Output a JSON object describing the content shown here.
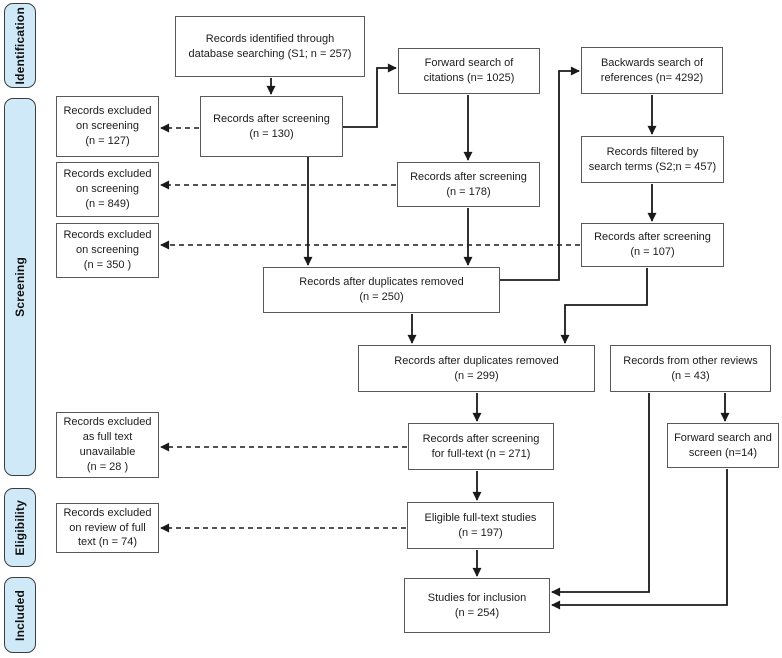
{
  "stages": [
    {
      "label": "Identification"
    },
    {
      "label": "Screening"
    },
    {
      "label": "Eligibility"
    },
    {
      "label": "Included"
    }
  ],
  "nodes": {
    "identified": "Records identified through\ndatabase searching (S1; n = 257)",
    "forward_search": "Forward search of\ncitations (n= 1025)",
    "backwards_search": "Backwards search of\nreferences (n= 4292)",
    "after_screening_130": "Records after screening\n(n = 130)",
    "excluded_127": "Records excluded\non screening\n(n = 127)",
    "filtered_terms": "Records filtered by\nsearch terms (S2;n = 457)",
    "after_screening_178": "Records after screening\n(n = 178)",
    "excluded_849": "Records excluded\non screening\n(n = 849)",
    "after_screening_107": "Records after screening\n(n = 107)",
    "excluded_350": "Records excluded\non screening\n(n = 350 )",
    "duplicates_removed_250": "Records after duplicates removed\n(n = 250)",
    "duplicates_removed_299": "Records after duplicates removed\n(n = 299)",
    "other_reviews_43": "Records from other reviews\n(n = 43)",
    "fulltext_271": "Records after screening\nfor full-text (n = 271)",
    "forward_screen_14": "Forward search and\nscreen (n=14)",
    "excluded_28": "Records excluded\nas full text\nunavailable\n(n = 28 )",
    "eligible_197": "Eligible full-text studies\n(n = 197)",
    "excluded_74": "Records excluded\non review of full\ntext (n = 74)",
    "inclusion_254": "Studies for inclusion\n(n = 254)"
  },
  "colors": {
    "stage-fill": "#cfe9f9",
    "stage-border": "#3d3d3d",
    "node-border": "#595959",
    "line-color": "#1a1a1a",
    "text-color": "#1c1c1c"
  }
}
